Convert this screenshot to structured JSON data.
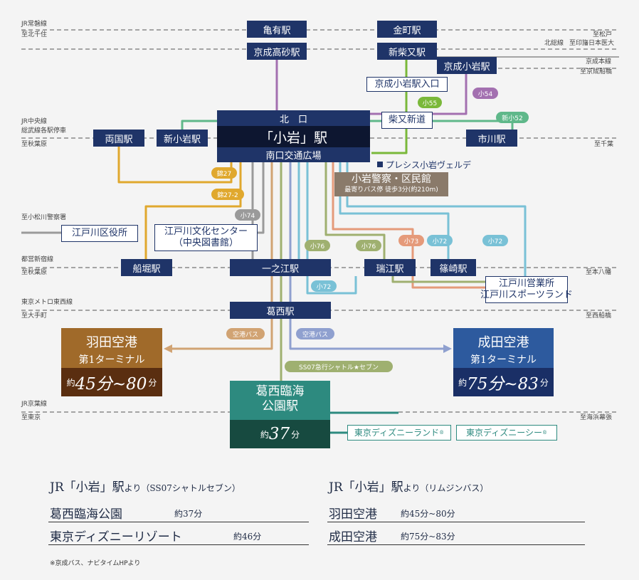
{
  "rail_labels": {
    "jr_joban": "JR常磐線",
    "to_kitasenju": "至北千住",
    "to_matsudo": "至松戸",
    "hokuso": "北総線",
    "to_imba": "至印旛日本医大",
    "keisei_main": "京成本線",
    "to_keisei_funabashi": "至京成船橋",
    "jr_chuo": "JR中央線",
    "sobu_local": "総武線各駅停車",
    "to_akihabara_1": "至秋葉原",
    "to_chiba": "至千葉",
    "to_komatsugawa_police": "至小松川警察署",
    "toei_shinjuku": "都営新宿線",
    "to_akihabara_2": "至秋葉原",
    "to_motoyawata": "至本八幡",
    "metro_tozai": "東京メトロ東西線",
    "to_otemachi": "至大手町",
    "to_nishifunabashi": "至西船橋",
    "jr_keiyo": "JR京葉線",
    "to_tokyo": "至東京",
    "to_kaihinmakuhari": "至海浜幕張"
  },
  "stations": {
    "kameari": "亀有駅",
    "keisei_takasago": "京成高砂駅",
    "kanamachi": "金町駅",
    "shibamata": "新柴又駅",
    "keisei_koiwa": "京成小岩駅",
    "keisei_koiwa_entrance": "京成小岩駅入口",
    "shibamata_shindo": "柴又新道",
    "ryogoku": "両国駅",
    "shin_koiwa": "新小岩駅",
    "ichikawa": "市川駅",
    "edogawa_office": "江戸川区役所",
    "culture_center_1": "江戸川文化センター",
    "culture_center_2": "（中央図書館）",
    "funabori": "船堀駅",
    "ichinoe": "一之江駅",
    "mizue": "瑞江駅",
    "shinozaki": "篠崎駅",
    "eigyosho_1": "江戸川営業所",
    "eigyosho_2": "江戸川スポーツランド",
    "kasai": "葛西駅",
    "disneyland": "東京ディズニーランド",
    "disneysea": "東京ディズニーシー",
    "reg_mark": "®"
  },
  "hub": {
    "north": "北　口",
    "main": "「小岩」駅",
    "south": "南口交通広場"
  },
  "property": {
    "label": "プレシス小岩ヴェルデ"
  },
  "police": {
    "name": "小岩警察・区民館",
    "note": "最寄りバス停 徒歩3分(約210m)"
  },
  "route_tags": {
    "ko55": "小55",
    "ko54": "小54",
    "shinko52": "新小52",
    "nishiki27": "錦27",
    "nishiki27_2": "錦27-2",
    "ko74": "小74",
    "ko76_a": "小76",
    "ko76_b": "小76",
    "ko73": "小73",
    "ko72_a": "小72",
    "ko72_b": "小72",
    "ko72_c": "小72",
    "airport_bus_1": "空港バス",
    "airport_bus_2": "空港バス",
    "ss07": "SS07急行シャトル★セブン"
  },
  "airports": {
    "haneda_1": "羽田空港",
    "haneda_2": "第1ターミナル",
    "haneda_time_pre": "約",
    "haneda_time": "45分~80",
    "haneda_time_post": "分",
    "narita_1": "成田空港",
    "narita_2": "第1ターミナル",
    "narita_time_pre": "約",
    "narita_time": "75分~83",
    "narita_time_post": "分"
  },
  "kasai_rinkai": {
    "name_1": "葛西臨海",
    "name_2": "公園駅",
    "time_pre": "約",
    "time": "37",
    "time_post": "分"
  },
  "summary": {
    "left_title_1": "JR「小岩」駅",
    "left_title_2": "より（SS07シャトルセブン）",
    "left_row1_name": "葛西臨海公園",
    "left_row1_time": "約37分",
    "left_row2_name": "東京ディズニーリゾート",
    "left_row2_time": "約46分",
    "right_title_1": "JR「小岩」駅",
    "right_title_2": "より（リムジンバス）",
    "right_row1_name": "羽田空港",
    "right_row1_time": "約45分~80分",
    "right_row2_name": "成田空港",
    "right_row2_time": "約75分~83分",
    "footnote": "※京成バス、ナビタイムHPより"
  },
  "colors": {
    "navy": "#1f3468",
    "green": "#5fb88a",
    "purple": "#a370b0",
    "lime": "#7ab83a",
    "yellow": "#e0a82e",
    "gray": "#9a9a9a",
    "salmon": "#e59a7a",
    "olive": "#9fb070",
    "lightblue": "#79c1d6",
    "sand": "#d1a373",
    "steel": "#8fa0cf",
    "teal": "#2d8a7f",
    "haneda_brown": "#a06a2a",
    "narita_blue": "#2d5a9e"
  }
}
